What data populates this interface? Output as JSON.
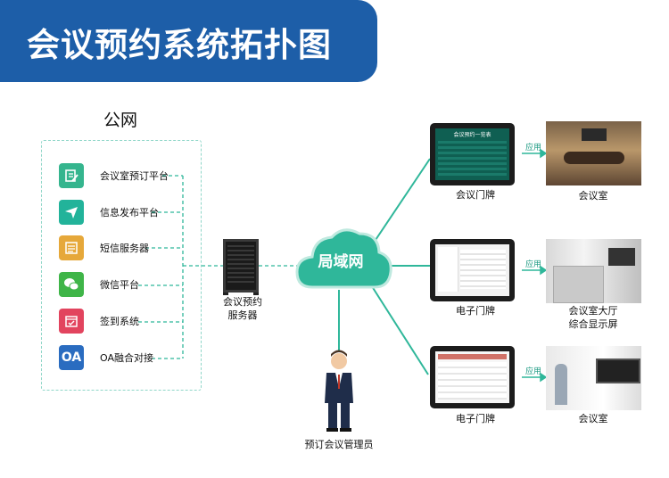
{
  "title": "会议预约系统拓扑图",
  "public_network_label": "公网",
  "platforms": [
    {
      "icon": "edit-document-icon",
      "color": "#35b58e",
      "label": "会议室预订平台"
    },
    {
      "icon": "paper-plane-icon",
      "color": "#22b39a",
      "label": "信息发布平台"
    },
    {
      "icon": "message-list-icon",
      "color": "#e6a83a",
      "label": "短信服务器"
    },
    {
      "icon": "wechat-icon",
      "color": "#3fb548",
      "label": "微信平台"
    },
    {
      "icon": "calendar-check-icon",
      "color": "#e2445e",
      "label": "签到系统"
    },
    {
      "icon": "oa-icon",
      "color": "#2a6cc0",
      "label": "OA融合对接",
      "icon_text": "OA"
    }
  ],
  "server_label_line1": "会议预约",
  "server_label_line2": "服务器",
  "lan_label": "局域网",
  "admin_label": "预订会议管理员",
  "devices": [
    {
      "label": "会议门牌",
      "screen_title": "会议预约一览表",
      "apply": "应用",
      "room_label": "会议室"
    },
    {
      "label": "电子门牌",
      "apply": "应用",
      "room_label_line1": "会议室大厅",
      "room_label_line2": "综合显示屏"
    },
    {
      "label": "电子门牌",
      "apply": "应用",
      "room_label": "会议室"
    }
  ],
  "colors": {
    "header": "#1d5ea8",
    "line": "#2fb79a",
    "cloud": "#2fb79a"
  }
}
